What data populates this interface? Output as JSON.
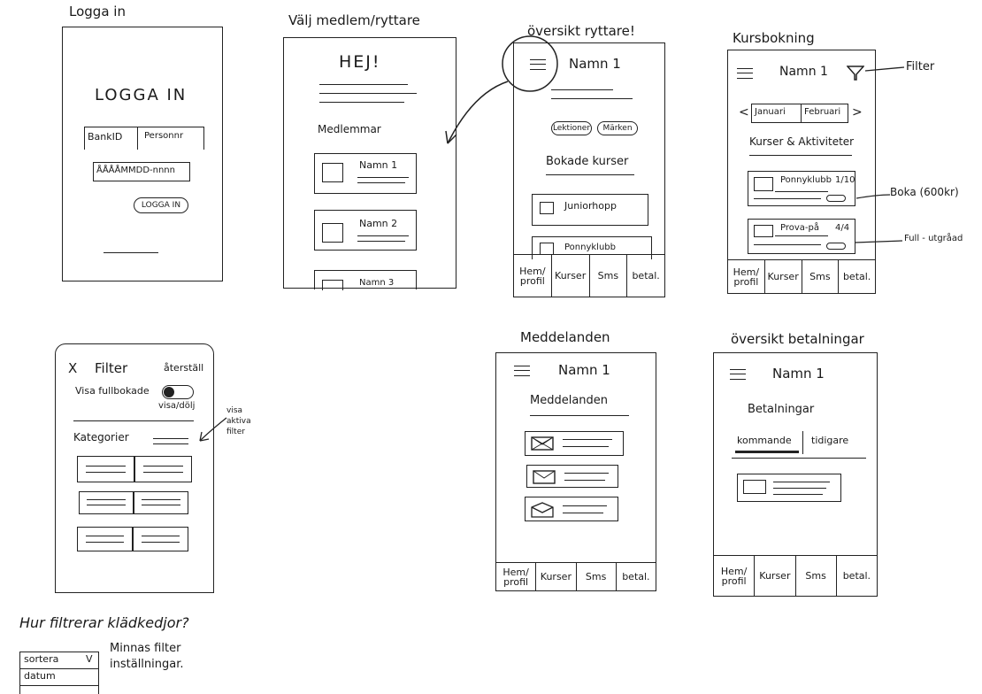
{
  "labels": {
    "login": "Logga in",
    "choose_member": "Välj medlem/ryttare",
    "overview_rider": "översikt ryttare!",
    "course_booking": "Kursbokning",
    "messages": "Meddelanden",
    "overview_payments": "översikt betalningar",
    "filter_callout": "Filter",
    "book_callout": "Boka (600kr)",
    "full_callout": "Full - utgråad",
    "active_filter_callout": "visa aktiva filter",
    "question": "Hur filtrerar klädkedjor?",
    "remember_note": "Minnas filter inställningar."
  },
  "login_screen": {
    "heading": "LOGGA IN",
    "tab_bankid": "BankID",
    "tab_personnr": "Personnr",
    "personnr_placeholder": "ÅÅÅÅMMDD-nnnn",
    "login_button": "LOGGA IN"
  },
  "member_screen": {
    "greeting": "HEJ!",
    "section": "Medlemmar",
    "members": [
      "Namn 1",
      "Namn 2",
      "Namn 3"
    ]
  },
  "overview_screen": {
    "name": "Namn 1",
    "chip_lessons": "Lektioner",
    "chip_badges": "Märken",
    "section": "Bokade kurser",
    "courses": [
      "Juniorhopp",
      "Ponnyklubb"
    ]
  },
  "booking_screen": {
    "name": "Namn 1",
    "month_prev": "<",
    "month_1": "Januari",
    "month_2": "Februari",
    "month_next": ">",
    "section": "Kurser & Aktiviteter",
    "course_1": "Ponnyklubb",
    "course_1_count": "1/10",
    "course_2": "Prova-på",
    "course_2_count": "4/4"
  },
  "nav": {
    "home": "Hem/ profil",
    "courses": "Kurser",
    "sms": "Sms",
    "pay": "betal."
  },
  "filter_screen": {
    "close": "X",
    "title": "Filter",
    "reset": "återställ",
    "show_full": "Visa fullbokade",
    "toggle_label": "visa/dölj",
    "categories": "Kategorier"
  },
  "messages_screen": {
    "name": "Namn 1",
    "section": "Meddelanden"
  },
  "payments_screen": {
    "name": "Namn 1",
    "section": "Betalningar",
    "tab_upcoming": "kommande",
    "tab_previous": "tidigare"
  },
  "dropdown": {
    "sort": "sortera",
    "caret": "V",
    "date": "datum"
  }
}
